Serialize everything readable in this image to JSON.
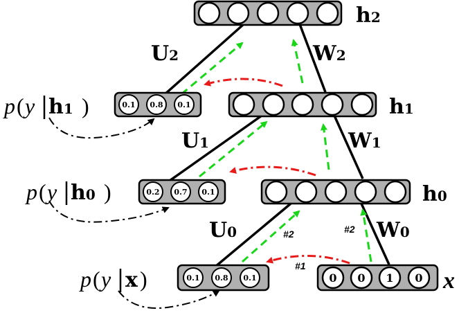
{
  "layers": {
    "h2": "h",
    "h2_sub": "2",
    "h1": "h",
    "h1_sub": "1",
    "h0": "h",
    "h0_sub": "0",
    "x": "x"
  },
  "weights": {
    "U2": "U",
    "U2_sub": "2",
    "W2": "W",
    "W2_sub": "2",
    "U1": "U",
    "U1_sub": "1",
    "W1": "W",
    "W1_sub": "1",
    "U0": "U",
    "U0_sub": "0",
    "W0": "W",
    "W0_sub": "0"
  },
  "outputs": {
    "p": "p",
    "y": "y",
    "paren_open": "(",
    "paren_close": ")",
    "cond_h1": "h",
    "cond_h1_sub": "1",
    "cond_h0": "h",
    "cond_h0_sub": "0",
    "cond_x": "x"
  },
  "probs": {
    "h1": [
      "0.1",
      "0.8",
      "0.1"
    ],
    "h0": [
      "0.2",
      "0.7",
      "0.1"
    ],
    "x": [
      "0.1",
      "0.8",
      "0.1"
    ]
  },
  "input_bits": [
    "0",
    "0",
    "1",
    "0"
  ],
  "step_tags": {
    "t1": "#1",
    "t2a": "#2",
    "t2b": "#2"
  }
}
